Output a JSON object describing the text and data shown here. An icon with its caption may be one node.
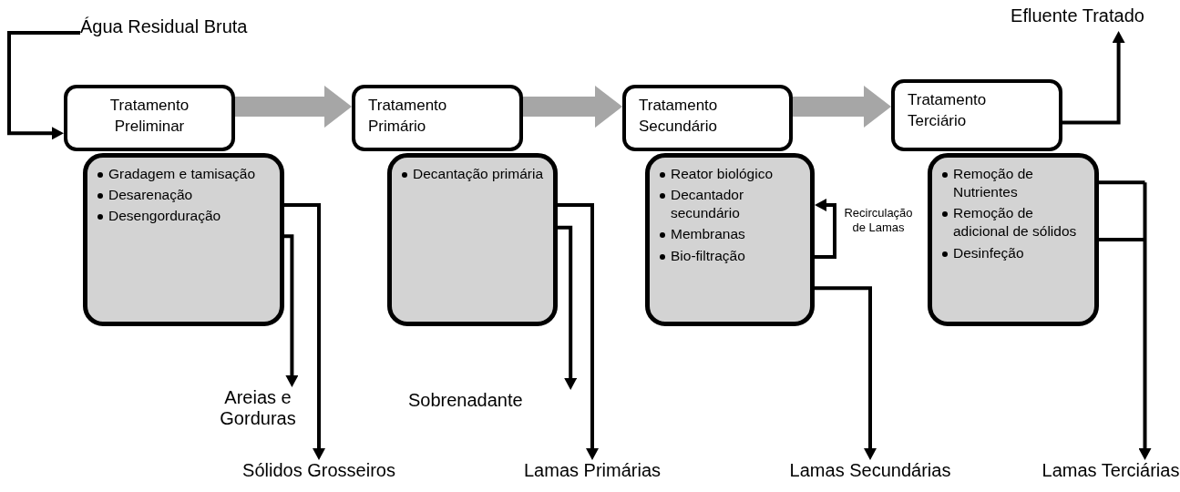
{
  "diagram": {
    "nodes": [
      {
        "text": [
          "Água Residual Bruta"
        ]
      },
      {
        "text": [
          "Tratamento Preliminar"
        ]
      },
      {
        "text": [
          "Gradagem e tamisação",
          "Desarenação",
          "Desengorduração"
        ]
      },
      {
        "text": [
          "Tratamento Primário"
        ]
      },
      {
        "text": [
          "Decantação primária"
        ]
      },
      {
        "text": [
          "Tratamento Secundário"
        ]
      },
      {
        "text": [
          "Reator biológico",
          "Decantador secundário",
          "Membranas",
          "Bio-filtração"
        ]
      },
      {
        "text": [
          "Tratamento Terciário"
        ]
      },
      {
        "text": [
          "Remoção de Nutrientes",
          "Remoção de adicional de sólidos",
          "Desinfeção"
        ]
      },
      {
        "text": [
          "Areias e Gorduras"
        ]
      },
      {
        "text": [
          "Sólidos Grosseiros"
        ]
      },
      {
        "text": [
          "Sobrenadante"
        ]
      },
      {
        "text": [
          "Lamas Primárias"
        ]
      },
      {
        "text": [
          "Lamas Secundárias"
        ]
      },
      {
        "text": [
          "Efluente Tratado"
        ]
      },
      {
        "text": [
          "Lamas Terciárias"
        ]
      }
    ],
    "edges": [
      {
        "from": 0,
        "to": 1,
        "arrow": "to"
      },
      {
        "from": 1,
        "to": 3,
        "arrow": "to",
        "style": "thick",
        "color": "#a6a6a6"
      },
      {
        "from": 3,
        "to": 5,
        "arrow": "to",
        "style": "thick",
        "color": "#a6a6a6"
      },
      {
        "from": 5,
        "to": 7,
        "arrow": "to",
        "style": "thick",
        "color": "#a6a6a6"
      },
      {
        "from": 2,
        "to": 10,
        "arrow": "to"
      },
      {
        "from": 2,
        "to": 9,
        "arrow": "to"
      },
      {
        "from": 4,
        "to": 12,
        "arrow": "to"
      },
      {
        "from": 4,
        "to": 11,
        "arrow": "to"
      },
      {
        "from": 6,
        "to": 6,
        "arrow": "to",
        "label": "Recirculação de Lamas"
      },
      {
        "from": 6,
        "to": 13,
        "arrow": "to"
      },
      {
        "from": 7,
        "to": 14,
        "arrow": "to"
      },
      {
        "from": 8,
        "to": 15,
        "arrow": "to"
      }
    ]
  }
}
